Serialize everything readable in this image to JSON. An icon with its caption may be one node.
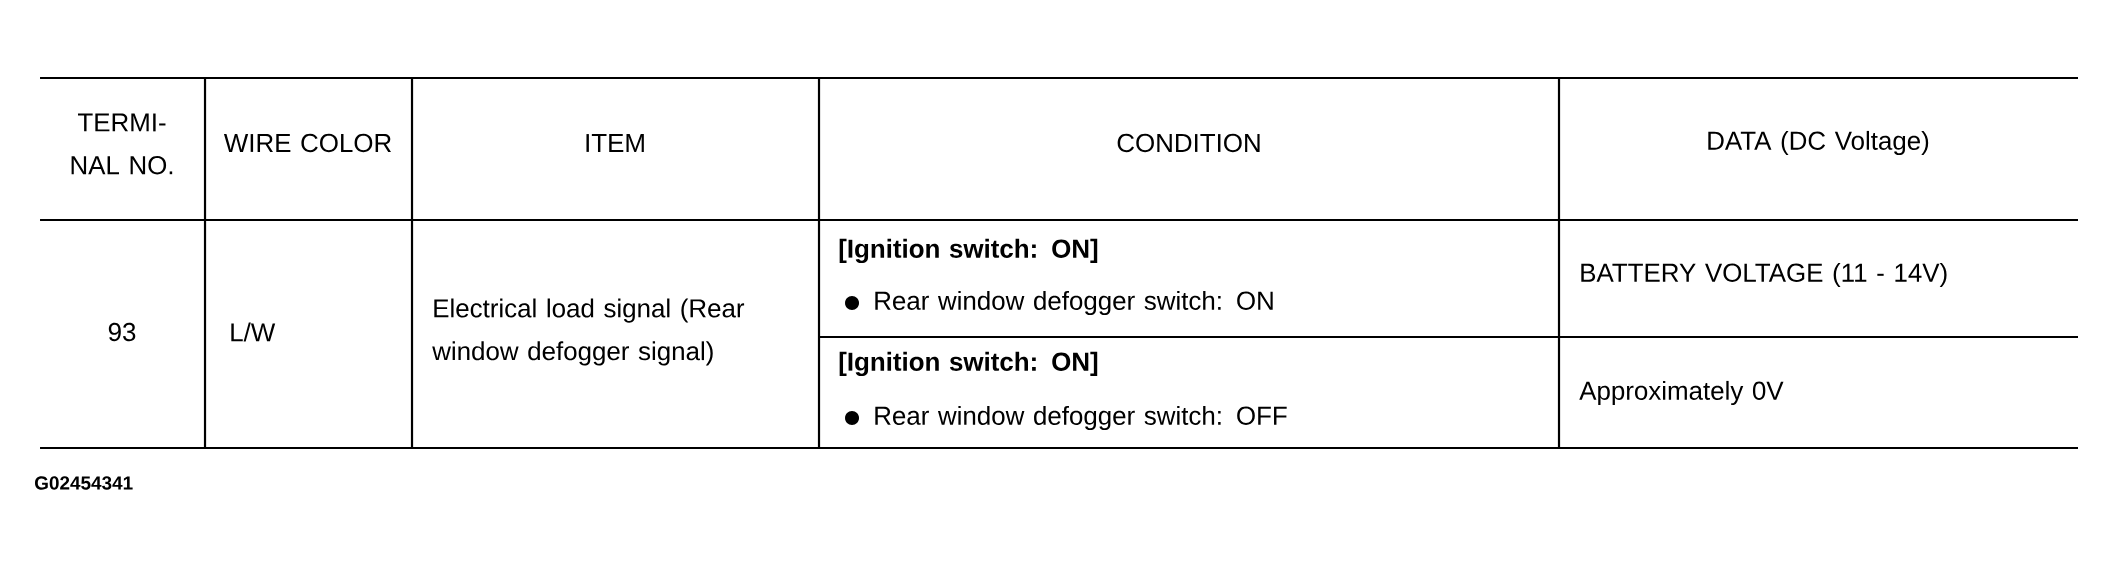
{
  "diagram": {
    "labels": [
      "TERMI- NAL NO.",
      "WIRE COLOR",
      "ITEM",
      "CONDITION",
      "DATA (DC Voltage)",
      "93",
      "L/W",
      "Electrical load signal (Rear window defogger signal)",
      "[Ignition switch: ON]",
      "Rear window defogger switch: ON",
      "BATTERY VOLTAGE (11 - 14V)",
      "[Ignition switch: ON]",
      "Rear window defogger switch: OFF",
      "Approximately 0V",
      "G02454341"
    ]
  }
}
